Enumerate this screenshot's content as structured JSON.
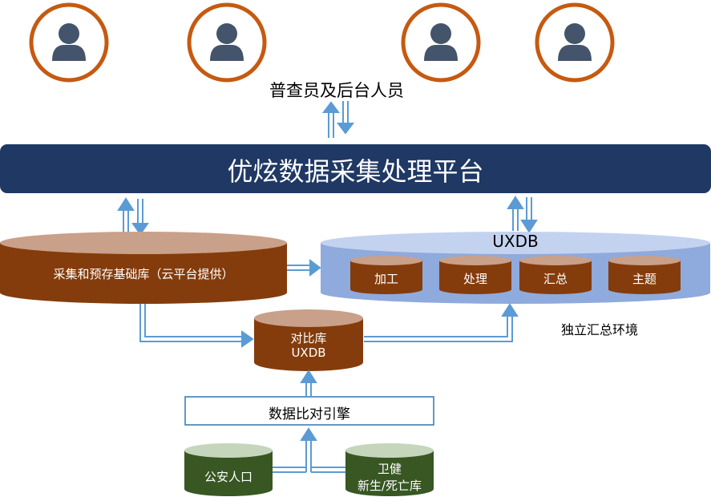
{
  "users_caption": "普查员及后台人员",
  "platform_title": "优炫数据采集处理平台",
  "basic_db_label": "采集和预存基础库（云平台提供）",
  "uxdb": {
    "title": "UXDB",
    "modules": [
      "加工",
      "处理",
      "汇总",
      "主题"
    ],
    "env_label": "独立汇总环境"
  },
  "compare_db": {
    "line1": "对比库",
    "line2": "UXDB"
  },
  "engine_label": "数据比对引擎",
  "police_db_label": "公安人口",
  "health_db": {
    "line1": "卫健",
    "line2": "新生/死亡库"
  },
  "colors": {
    "platform_bar": "#1f3864",
    "brown_db": "#843c0c",
    "brown_top": "#c9a08a",
    "green_db": "#385723",
    "green_top": "#c5d6bc",
    "uxdb_body": "#8faadc",
    "uxdb_top": "#c3d2ef",
    "user_ring": "#c55a11",
    "user_icon": "#44546a",
    "arrow": "#5b9bd5"
  },
  "icons": [
    "user-icon",
    "user-icon",
    "user-icon",
    "user-icon"
  ]
}
